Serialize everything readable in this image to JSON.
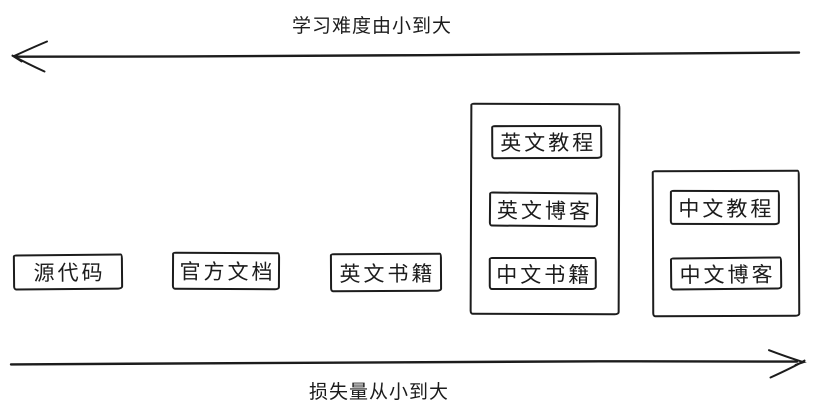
{
  "axes": {
    "top_label": "学习难度由小到大",
    "bottom_label": "损失量从小到大"
  },
  "nodes": [
    {
      "label": "源代码"
    },
    {
      "label": "官方文档"
    },
    {
      "label": "英文书籍"
    }
  ],
  "groups": [
    {
      "items": [
        {
          "label": "英文教程"
        },
        {
          "label": "英文博客"
        },
        {
          "label": "中文书籍"
        }
      ]
    },
    {
      "items": [
        {
          "label": "中文教程"
        },
        {
          "label": "中文博客"
        }
      ]
    }
  ],
  "colors": {
    "stroke": "#1c1c1c",
    "background": "#ffffff"
  }
}
